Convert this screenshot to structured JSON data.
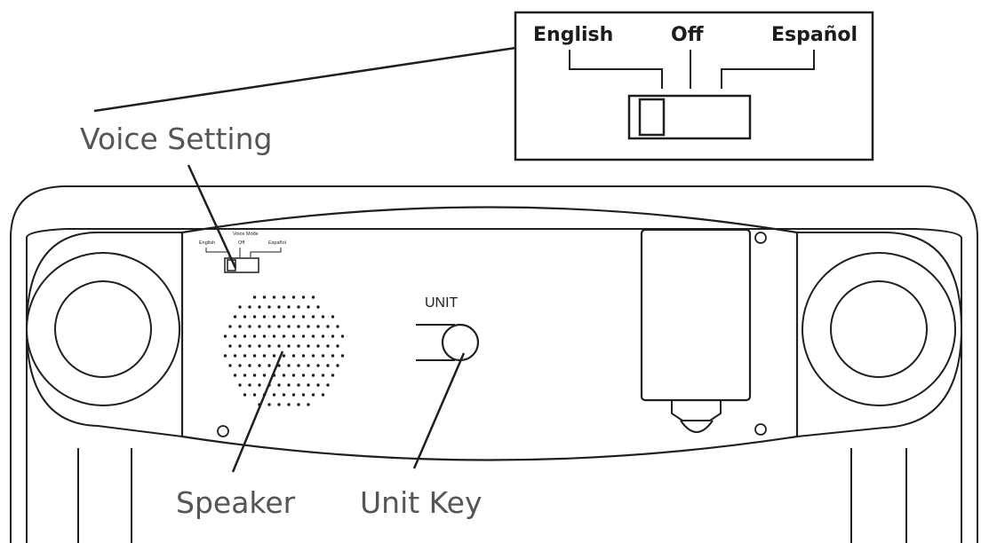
{
  "labels": {
    "voice_setting": "Voice Setting",
    "speaker": "Speaker",
    "unit_key": "Unit Key"
  },
  "inset": {
    "english": "English",
    "off": "Off",
    "espanol": "Español"
  },
  "device": {
    "unit_button_label": "UNIT",
    "mini_switch": {
      "title": "Voice Mode",
      "english": "English",
      "off": "Off",
      "espanol": "Español"
    }
  },
  "colors": {
    "ink": "#1f1f1f",
    "label_gray": "#555555",
    "background": "#ffffff"
  }
}
